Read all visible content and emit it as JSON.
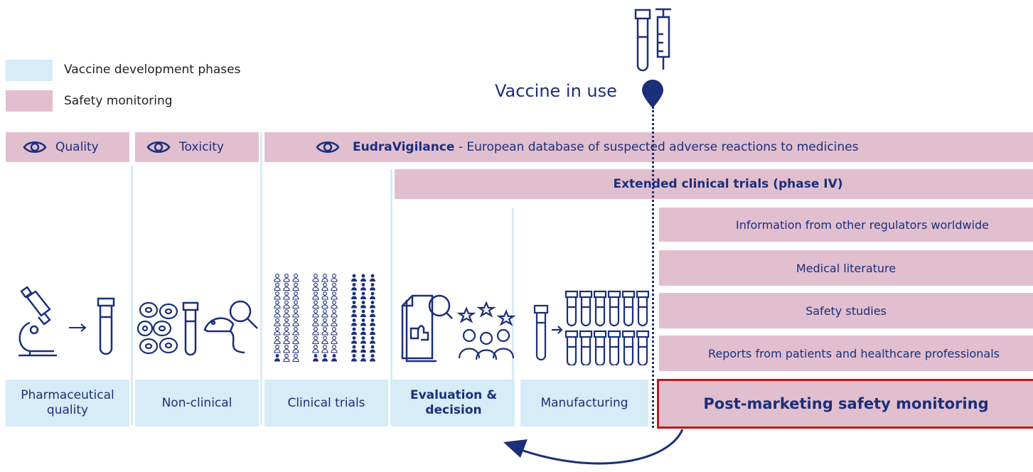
{
  "legend": [
    {
      "label": "Vaccine development phases",
      "color": "#d6ecf6"
    },
    {
      "label": "Safety monitoring",
      "color": "#e2bfcf"
    }
  ],
  "marker": {
    "label": "Vaccine in use"
  },
  "monitoring_bars": {
    "quality": "Quality",
    "toxicity": "Toxicity",
    "eudravigilance_name": "EudraVigilance",
    "eudravigilance_desc": " - European database of suspected adverse reactions to medicines",
    "extended_trials": "Extended clinical trials (phase IV)"
  },
  "sources": [
    "Information from other regulators worldwide",
    "Medical literature",
    "Safety studies",
    "Reports from patients and healthcare professionals"
  ],
  "phases": [
    {
      "label": "Pharmaceutical quality"
    },
    {
      "label": "Non-clinical"
    },
    {
      "label": "Clinical trials"
    },
    {
      "label": "Evaluation & decision"
    },
    {
      "label": "Manufacturing"
    },
    {
      "label": "Post-marketing safety monitoring"
    }
  ],
  "colors": {
    "navy": "#1b2f7a",
    "pink": "#e2bfcf",
    "light_blue": "#d6ecf6",
    "highlight_border": "#c0161c"
  },
  "icons": [
    "eye-icon",
    "microscope-icon",
    "test-tube-icon",
    "cells-icon",
    "mouse-magnifier-icon",
    "people-grid-icon",
    "document-magnifier-icon",
    "committee-icon",
    "vial-rack-icon",
    "syringe-icon",
    "location-pin-icon",
    "return-arrow-icon"
  ]
}
